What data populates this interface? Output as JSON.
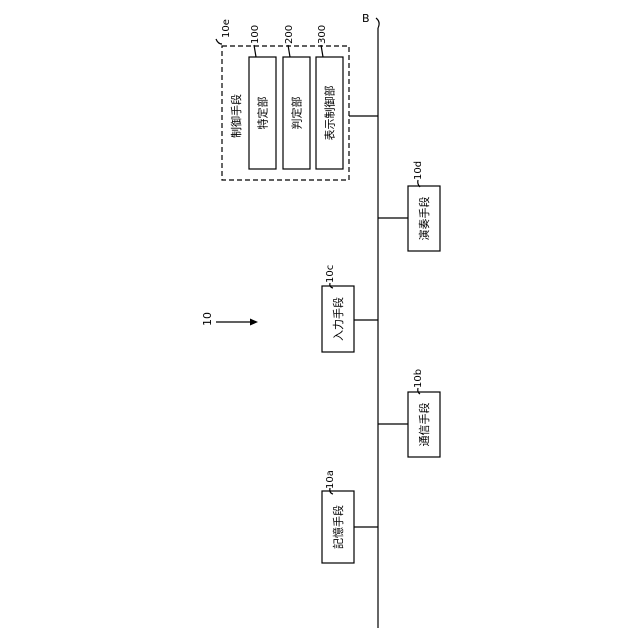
{
  "diagram": {
    "system_ref": "10",
    "bus_ref": "B",
    "storage": {
      "ref": "10a",
      "label": "記憶手段"
    },
    "communication": {
      "ref": "10b",
      "label": "通信手段"
    },
    "input": {
      "ref": "10c",
      "label": "入力手段"
    },
    "performance": {
      "ref": "10d",
      "label": "演奏手段"
    },
    "control": {
      "ref": "10e",
      "label": "制御手段",
      "units": [
        {
          "ref": "100",
          "label": "特定部"
        },
        {
          "ref": "200",
          "label": "判定部"
        },
        {
          "ref": "300",
          "label": "表示制御部"
        }
      ]
    }
  }
}
